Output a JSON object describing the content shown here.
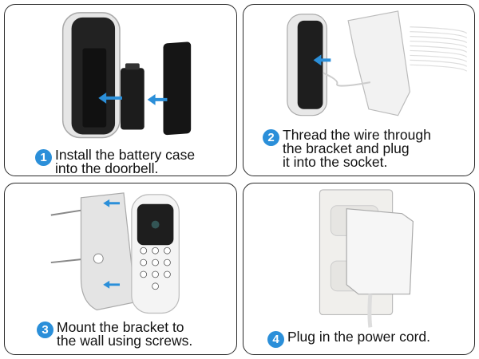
{
  "steps": [
    {
      "number": "1",
      "text": "Install the battery case\ninto the doorbell."
    },
    {
      "number": "2",
      "text": "Thread the wire through\nthe bracket and plug\nit into the socket."
    },
    {
      "number": "3",
      "text": "Mount the bracket to\nthe wall using screws."
    },
    {
      "number": "4",
      "text": "Plug in the power cord."
    }
  ],
  "colors": {
    "badge": "#2b8fd9",
    "arrow": "#2b8fd9",
    "border": "#2a2a2a"
  }
}
